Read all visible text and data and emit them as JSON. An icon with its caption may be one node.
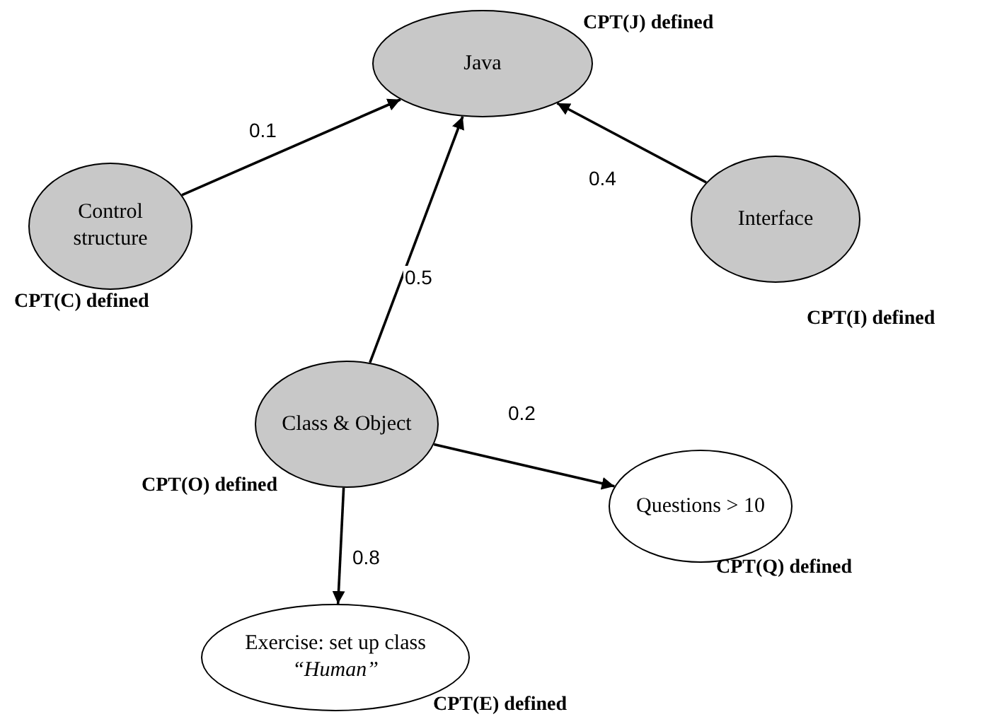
{
  "diagram": {
    "nodes": [
      {
        "text": [
          "Java"
        ],
        "beside": [
          "CPT(J) defined"
        ]
      },
      {
        "text": [
          "Control structure"
        ],
        "beside": [
          "CPT(C) defined"
        ]
      },
      {
        "text": [
          "Interface"
        ],
        "beside": [
          "CPT(I) defined"
        ]
      },
      {
        "text": [
          "Class & Object"
        ],
        "beside": [
          "CPT(O) defined"
        ]
      },
      {
        "text": [
          "Questions > 10"
        ],
        "beside": [
          "CPT(Q) defined"
        ]
      },
      {
        "text": [
          "Exercise: set up class *“Human”*"
        ],
        "beside": [
          "CPT(E) defined"
        ]
      }
    ],
    "edges": [
      {
        "from": 1,
        "to": 0,
        "arrow": "to",
        "label": "0.1"
      },
      {
        "from": 2,
        "to": 0,
        "arrow": "to",
        "label": "0.4"
      },
      {
        "from": 3,
        "to": 0,
        "arrow": "to",
        "label": "0.5"
      },
      {
        "from": 3,
        "to": 4,
        "arrow": "to",
        "label": "0.2"
      },
      {
        "from": 3,
        "to": 5,
        "arrow": "to",
        "label": "0.8"
      }
    ]
  }
}
